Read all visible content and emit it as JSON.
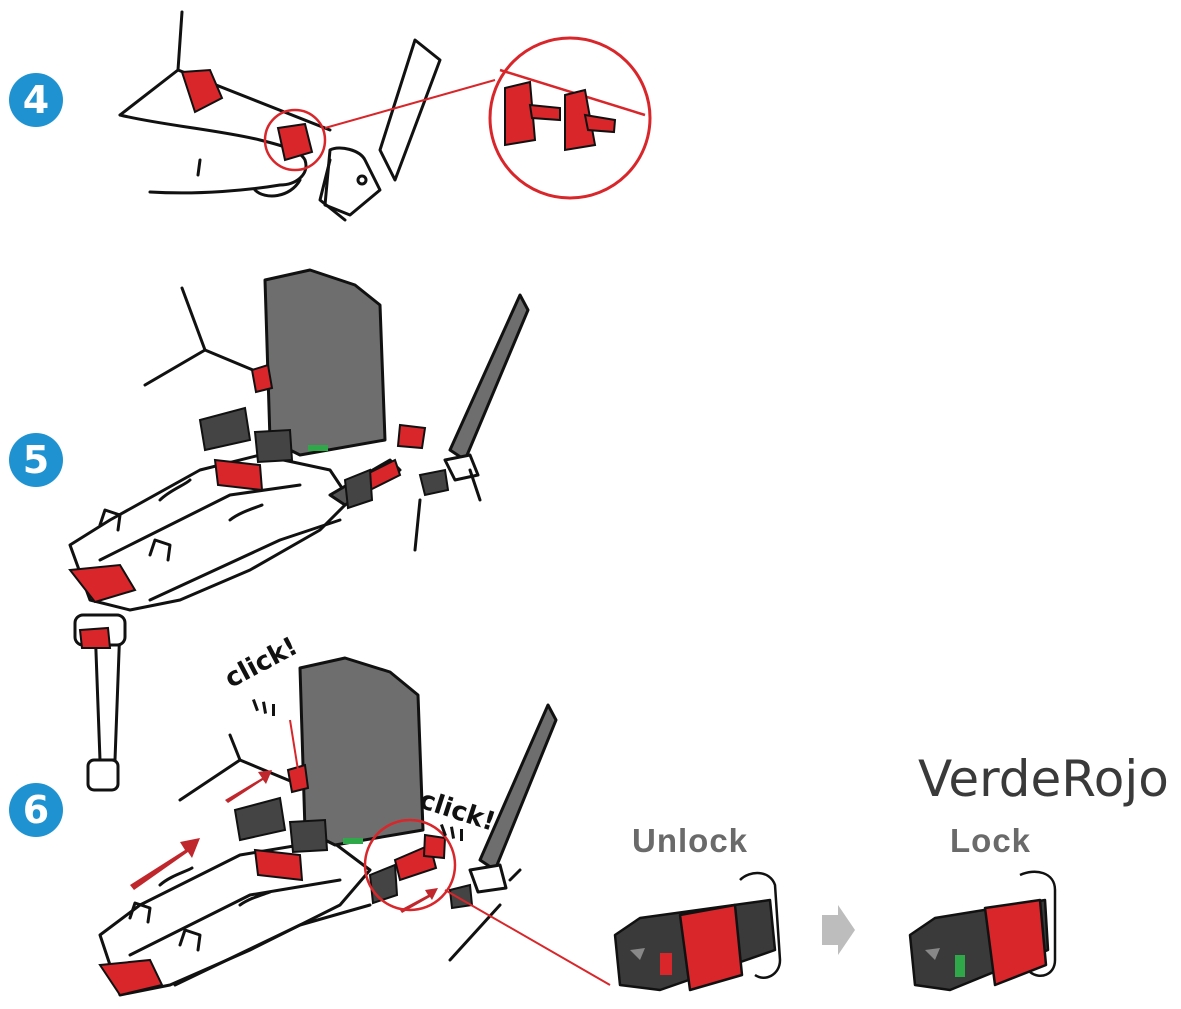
{
  "steps": [
    {
      "number": "4"
    },
    {
      "number": "5"
    },
    {
      "number": "6"
    }
  ],
  "title": "VerdeRojo",
  "states": {
    "unlock": "Unlock",
    "lock": "Lock"
  },
  "annotations": {
    "click_left": "click!",
    "click_right": "click!"
  },
  "colors": {
    "badge": "#1f93d1",
    "red": "#d8262a",
    "seat": "#6e6e6e",
    "indicator_green": "#2fa84a",
    "indicator_red": "#d8262a"
  }
}
